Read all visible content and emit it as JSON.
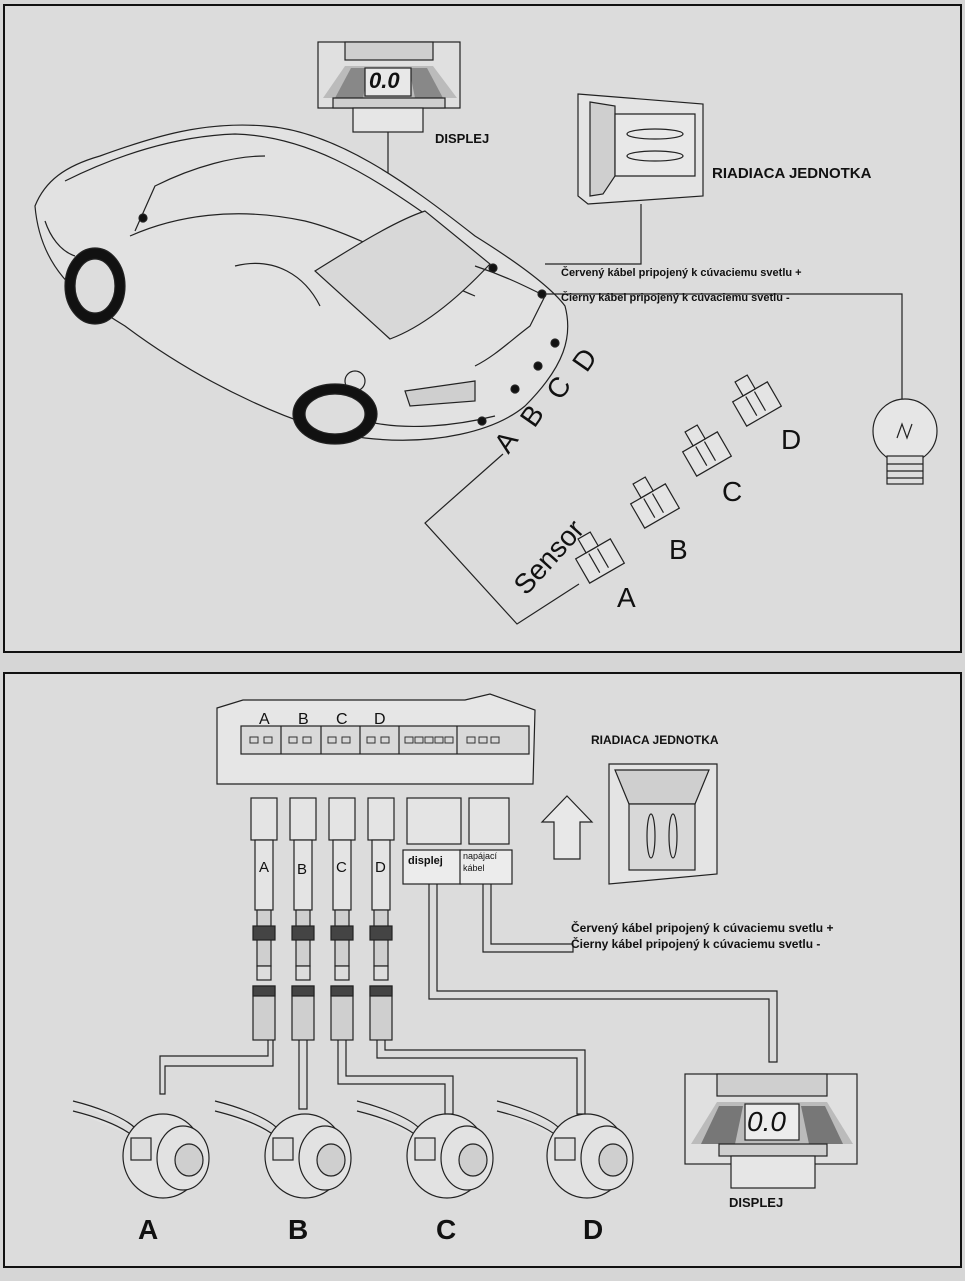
{
  "top": {
    "display_label": "DISPLEJ",
    "display_reading": "0.0",
    "control_unit_label": "RIADIACA JEDNOTKA",
    "red_cable": "Červený kábel pripojený k cúvaciemu svetlu  +",
    "black_cable": "Čierny kábel pripojený k cúvaciemu svetlu  -",
    "bumper_letters": [
      "A",
      "B",
      "C",
      "D"
    ],
    "sensor_word": "Sensor",
    "sensor_labels": [
      "A",
      "B",
      "C",
      "D"
    ]
  },
  "bottom": {
    "unit_ports": [
      "A",
      "B",
      "C",
      "D"
    ],
    "control_unit_label": "RIADIACA JEDNOTKA",
    "cable_letters": [
      "A",
      "B",
      "C",
      "D"
    ],
    "display_tag": "displej",
    "power_tag_line1": "napájací",
    "power_tag_line2": "kábel",
    "red_cable": "Červený kábel pripojený k cúvaciemu svetlu  +",
    "black_cable": "Čierny kábel pripojený k cúvaciemu svetlu  -",
    "display_reading": "0.0",
    "display_label": "DISPLEJ",
    "sensor_labels": [
      "A",
      "B",
      "C",
      "D"
    ]
  }
}
